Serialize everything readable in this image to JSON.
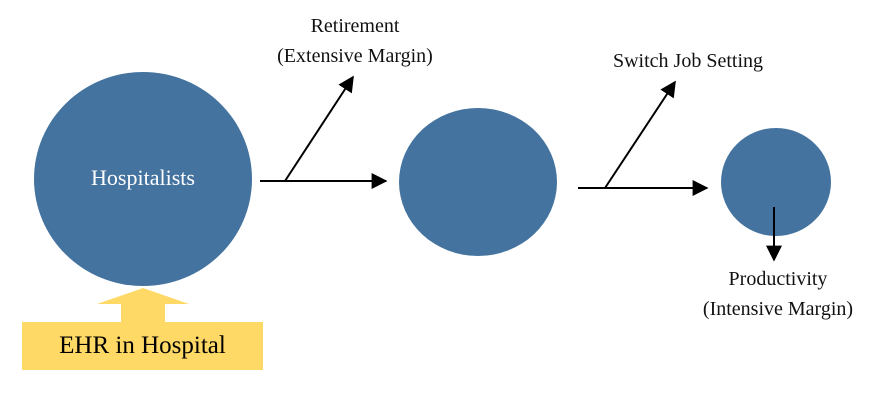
{
  "diagram": {
    "nodes": [
      {
        "id": "hospitalists",
        "label": "Hospitalists"
      },
      {
        "id": "middle",
        "label": ""
      },
      {
        "id": "final",
        "label": ""
      }
    ],
    "branches": {
      "retirement": "Retirement",
      "retirement_sub": "(Extensive Margin)",
      "switch_job": "Switch Job Setting",
      "productivity": "Productivity",
      "productivity_sub": "(Intensive Margin)"
    },
    "ehr_label": "EHR in Hospital",
    "colors": {
      "node_fill": "#44739f",
      "ehr_fill": "#ffd966",
      "arrow": "#000000"
    }
  }
}
